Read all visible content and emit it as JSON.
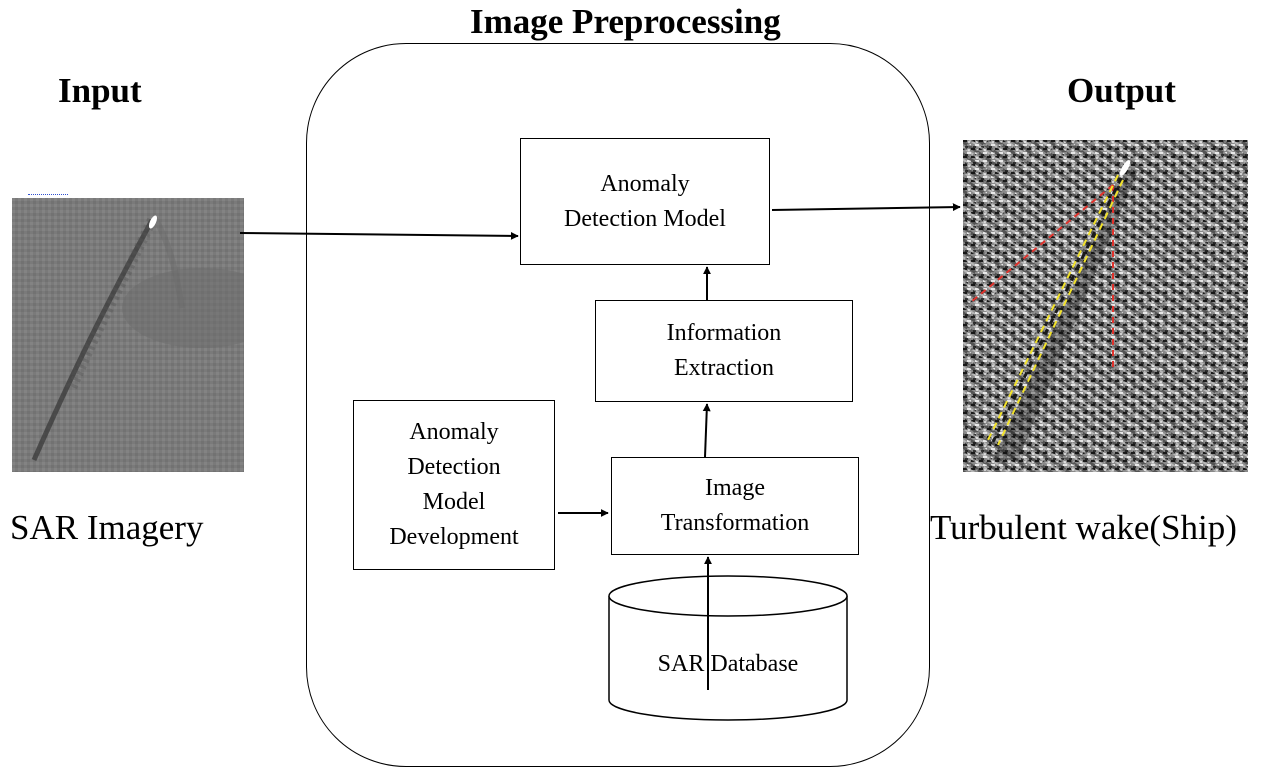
{
  "title": "Image Preprocessing",
  "input": {
    "heading": "Input",
    "caption": "SAR Imagery"
  },
  "output": {
    "heading": "Output",
    "caption": "Turbulent wake(Ship)"
  },
  "boxes": {
    "anomaly_detection_model": "Anomaly\nDetection Model",
    "information_extraction": "Information\nExtraction",
    "model_development": "Anomaly\nDetection\nModel\nDevelopment",
    "image_transformation": "Image\nTransformation",
    "sar_database": "SAR Database"
  },
  "colors": {
    "wake_red": "#e0322c",
    "wake_yellow": "#f2e22a"
  }
}
